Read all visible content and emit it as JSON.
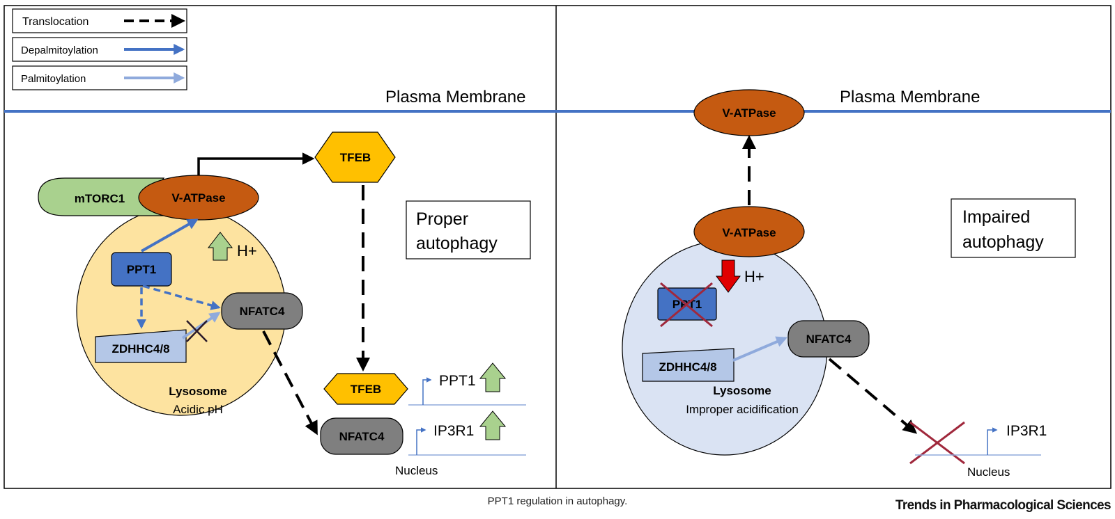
{
  "legend": {
    "translocation": "Translocation",
    "depalmitoylation": "Depalmitoylation",
    "palmitoylation": "Palmitoylation"
  },
  "left_panel": {
    "membrane_label": "Plasma Membrane",
    "mtorc1": "mTORC1",
    "vatpase": "V-ATPase",
    "tfeb_top": "TFEB",
    "tfeb_nucleus": "TFEB",
    "ppt1": "PPT1",
    "h_plus": "H+",
    "nfatc4_lysosome": "NFATC4",
    "nfatc4_nucleus": "NFATC4",
    "zdhhc": "ZDHHC4/8",
    "lysosome_title": "Lysosome",
    "lysosome_sub": "Acidic pH",
    "state_line1": "Proper",
    "state_line2": "autophagy",
    "gene_ppt1": "PPT1",
    "gene_ip3r1": "IP3R1",
    "nucleus": "Nucleus"
  },
  "right_panel": {
    "membrane_label": "Plasma Membrane",
    "vatpase_membrane": "V-ATPase",
    "vatpase_lysosome": "V-ATPase",
    "h_plus": "H+",
    "ppt1": "PPT1",
    "nfatc4": "NFATC4",
    "zdhhc": "ZDHHC4/8",
    "lysosome_title": "Lysosome",
    "lysosome_sub": "Improper acidification",
    "state_line1": "Impaired",
    "state_line2": "autophagy",
    "gene_ip3r1": "IP3R1",
    "nucleus": "Nucleus"
  },
  "caption": "PPT1 regulation in autophagy.",
  "journal": "Trends in Pharmacological Sciences",
  "colors": {
    "membrane": "#4472c4",
    "vatpase": "#c55a11",
    "tfeb": "#ffc000",
    "mtorc1": "#a9d18e",
    "ppt1": "#4472c4",
    "nfatc4": "#7f7f7f",
    "zdhhc": "#b4c7e7",
    "lysosome_left": "#fde3a0",
    "lysosome_right": "#dae3f3",
    "up_arrow": "#a9d18e",
    "down_arrow": "#e00000",
    "cross": "#a0283c"
  }
}
